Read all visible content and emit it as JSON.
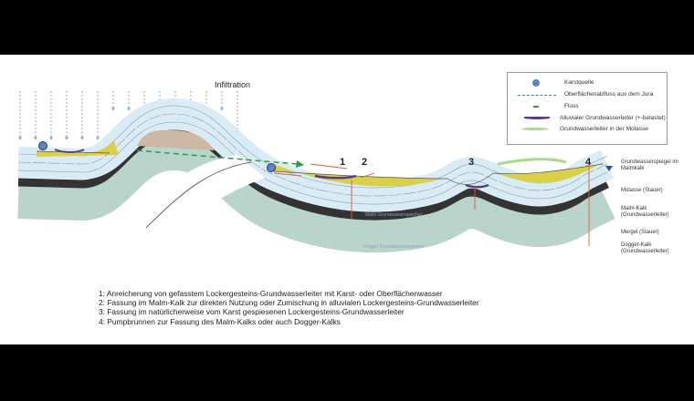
{
  "title": "Infiltration",
  "legend": {
    "items": [
      {
        "label": "Karstquelle",
        "icon": "blue-circle",
        "color": "#5b86c5"
      },
      {
        "label": "Oberflächenabfluss aus dem Jura",
        "icon": "green-dashed-arrow",
        "color": "#2e9b4a"
      },
      {
        "label": "Fluss",
        "icon": "green-dash",
        "color": "#2e9b4a"
      },
      {
        "label": "Alluvialer Grundwasserleiter (+-belastet)",
        "icon": "purple-lens",
        "color": "#5a3d8a"
      },
      {
        "label": "Grundwasserleiter in der Molasse",
        "icon": "light-green-lens",
        "color": "#a9d98a"
      }
    ]
  },
  "layer_labels": {
    "water_table": "Grundwasserspiegel im Malmkalk",
    "molasse": "Molasse (Stauer)",
    "malm": "Malm-Kalk (Grundwasserleiter)",
    "mergel": "Mergel (Stauer)",
    "dogger": "Dogger-Kalk (Grundwasserleiter)",
    "malm_inner": "Malm Grundwasserspeicher",
    "dogger_inner": "Dogger Grundwasserspeicher"
  },
  "markers": [
    "1",
    "2",
    "3",
    "4"
  ],
  "notes": [
    "1: Anreicherung von gefasstem Lockergesteins-Grundwasserleiter mit Karst- oder Oberflächenwasser",
    "2: Fassung im Malm-Kalk zur direkten Nutzung oder Zumischung in alluvialen Lockergesteins-Grundwasserleiter",
    "3: Fassung im natürlicherweise vom Karst gespiesenen Lockergesteins-Grundwasserleiter",
    "4:  Pumpbrunnen zur Fassung des Malm-Kalks oder auch Dogger-Kalks"
  ],
  "colors": {
    "molasse": "#d9cf4a",
    "malm": "#d9ecf5",
    "mergel": "#333333",
    "dogger": "#b9d4ca",
    "arrow": "#d9603a",
    "infiltration": "#8fa8d8"
  }
}
